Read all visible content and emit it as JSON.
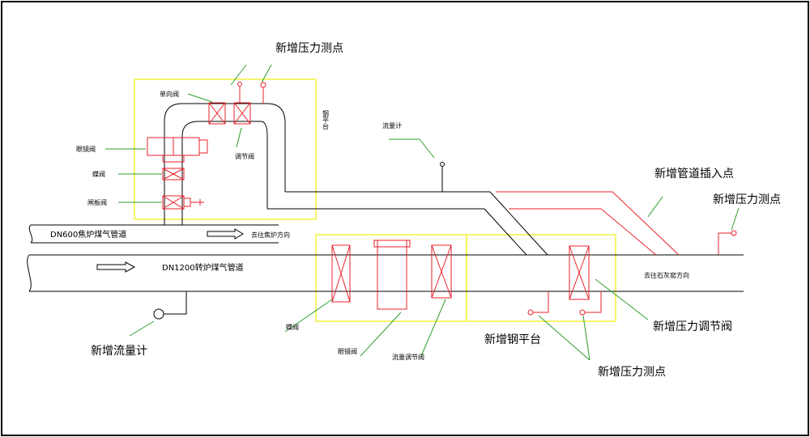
{
  "labels": {
    "pressure_point_top": "新增压力测点",
    "check_valve": "单向阀",
    "steel_platform_vertical": "钢平台",
    "blind_valve_left": "眼镜阀",
    "butterfly_valve_left": "蝶阀",
    "gate_valve": "闸板阀",
    "regulating_valve_top": "调节阀",
    "flow_meter_top": "流量计",
    "new_pipe_insert": "新增管道插入点",
    "pressure_point_right": "新增压力测点",
    "pipe_dn600": "DN600焦炉煤气管道",
    "to_coke_oven": "去往焦炉方向",
    "pipe_dn1200": "DN1200转炉煤气管道",
    "to_limekiln": "去往石灰窑方向",
    "new_flow_meter": "新增流量计",
    "butterfly_valve_bottom": "蝶阀",
    "blind_valve_bottom": "眼镜阀",
    "flow_regulating_valve": "流量调节阀",
    "new_steel_platform": "新增钢平台",
    "new_pressure_regulating_valve": "新增压力调节阀",
    "pressure_point_bottom": "新增压力测点"
  },
  "colors": {
    "pipe": "#000000",
    "valve": "#e8202a",
    "new_pipe": "#e8202a",
    "leader": "#2e9e2e",
    "platform": "#f2f23a",
    "frame": "#000000"
  }
}
